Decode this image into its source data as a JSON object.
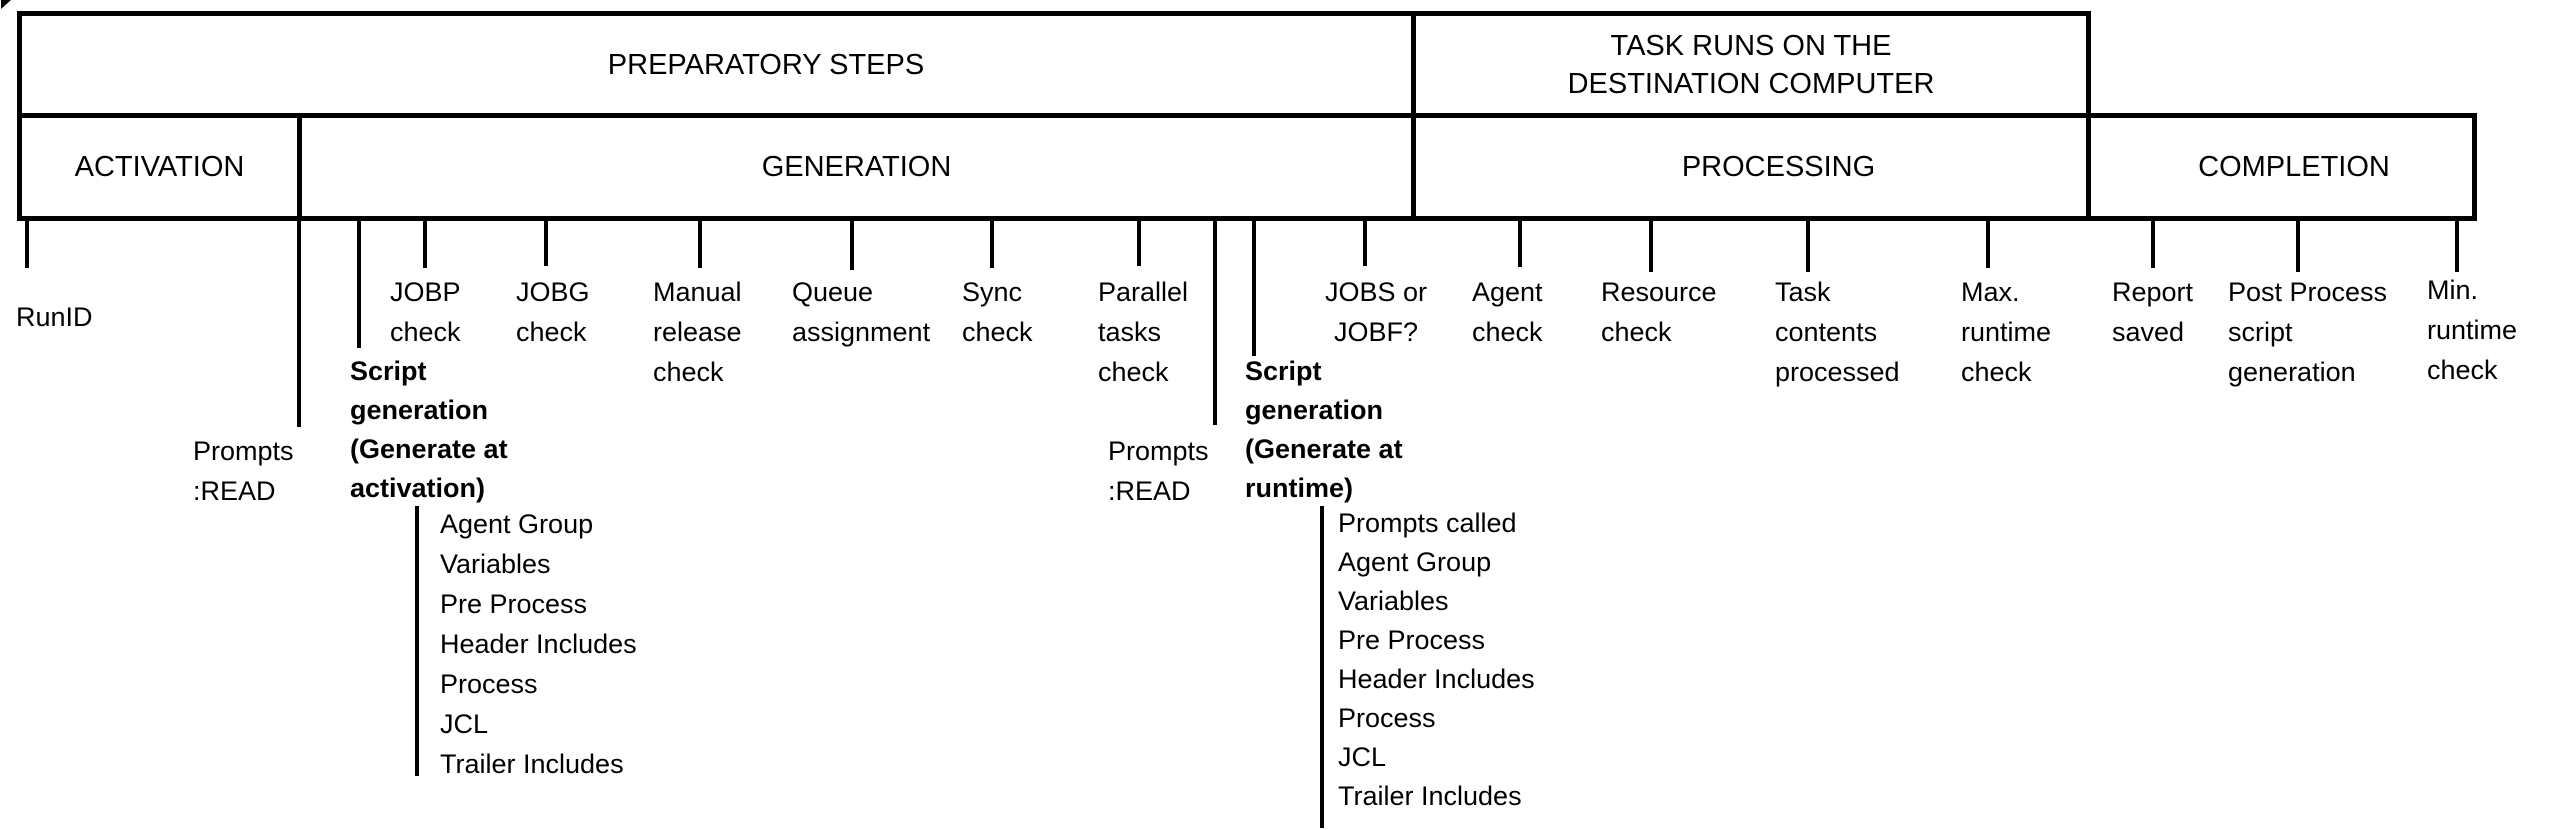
{
  "title_row": {
    "preparatory_steps": "PREPARATORY STEPS",
    "task_runs": "TASK RUNS ON THE\nDESTINATION COMPUTER"
  },
  "phase_row": {
    "activation": "ACTIVATION",
    "generation": "GENERATION",
    "processing": "PROCESSING",
    "completion": "COMPLETION"
  },
  "steps": {
    "runid": "RunID",
    "prompts_read_activation": "Prompts\n:READ",
    "script_generation_activation": "Script\ngeneration\n(Generate at\nactivation)",
    "jobp_check": "JOBP\ncheck",
    "jobg_check": "JOBG\ncheck",
    "manual_release_check": "Manual\nrelease\ncheck",
    "queue_assignment": "Queue\nassignment",
    "sync_check": "Sync\ncheck",
    "parallel_tasks_check": "Parallel\ntasks\ncheck",
    "prompts_read_runtime": "Prompts\n:READ",
    "script_generation_runtime": "Script\ngeneration\n(Generate at\nruntime)",
    "jobs_or_jobf": "JOBS or\nJOBF?",
    "agent_check": "Agent\ncheck",
    "resource_check": "Resource\ncheck",
    "task_contents_processed": "Task\ncontents\nprocessed",
    "max_runtime_check": "Max.\nruntime\ncheck",
    "report_saved": "Report\nsaved",
    "post_process_script_generation": "Post Process\nscript\ngeneration",
    "min_runtime_check": "Min.\nruntime\ncheck"
  },
  "script_generation_details": {
    "activation_items": [
      "Agent Group",
      "Variables",
      "Pre Process",
      "Header Includes",
      "Process",
      "JCL",
      "Trailer Includes"
    ],
    "runtime_items": [
      "Prompts called",
      "Agent Group",
      "Variables",
      "Pre Process",
      "Header Includes",
      "Process",
      "JCL",
      "Trailer Includes"
    ]
  },
  "colors": {
    "line": "#000000",
    "text": "#000000",
    "background": "#ffffff"
  }
}
